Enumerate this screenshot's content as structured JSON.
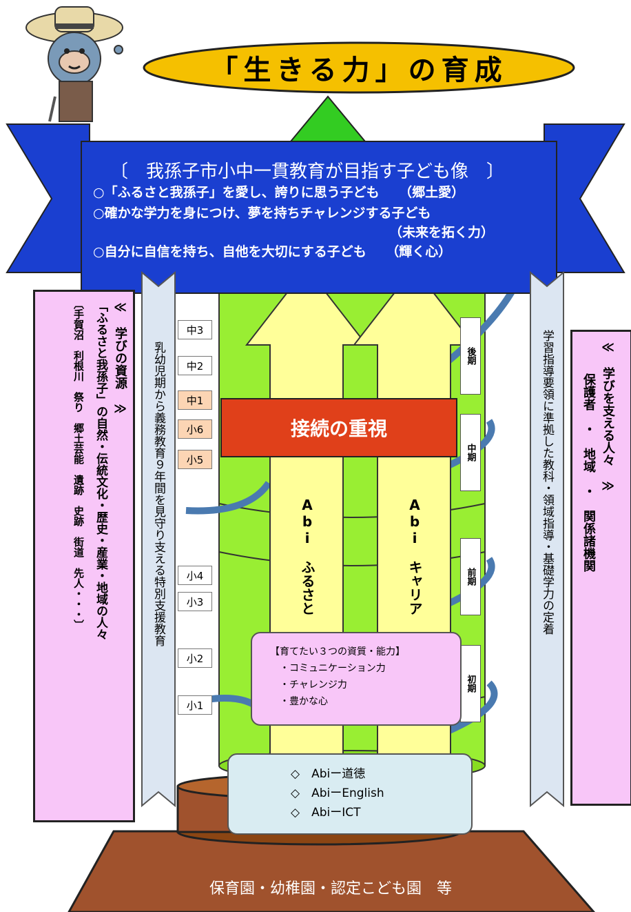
{
  "title": "「生きる力」の育成",
  "goals": {
    "heading": "〔　我孫子市小中一貫教育が目指す子ども像　〕",
    "items": [
      "○「ふるさと我孫子」を愛し、誇りに思う子ども　　（郷土愛）",
      "○確かな学力を身につけ、夢を持ちチャレンジする子ども",
      "（未来を拓く力）",
      "○自分に自信を持ち、自他を大切にする子ども　　（輝く心）"
    ]
  },
  "left_box": {
    "heading": "≪　学びの資源　≫",
    "line1": "「ふるさと我孫子」の自然・伝統文化・歴史・産業・地域の人々",
    "line2": "〔手賀沼　利根川　祭り　郷土芸能　遺跡　史跡　街道　先人・・・〕"
  },
  "right_box": {
    "heading": "≪　学びを支える人々　≫",
    "line1": "保護者　・　地域　・　関係諸機関"
  },
  "left_ribbon": "乳幼児期から義務教育９年間を見守り支える特別支援教育",
  "right_ribbon": "学習指導要領に準拠した教科・領域指導・基礎学力の定着",
  "grades": [
    "中3",
    "中2",
    "中1",
    "小6",
    "小5",
    "小4",
    "小3",
    "小2",
    "小1"
  ],
  "periods": [
    "後期",
    "中期",
    "前期",
    "初期"
  ],
  "connection": "接続の重視",
  "arrows": [
    "Abi　ふるさと",
    "Abi　キャリア"
  ],
  "abilities": {
    "heading": "【育てたい３つの資質・能力】",
    "items": [
      "・コミュニケーション力",
      "・チャレンジ力",
      "・豊かな心"
    ]
  },
  "base_items": [
    "◇　Abiー道徳",
    "◇　AbiーEnglish",
    "◇　AbiーICT"
  ],
  "foundation": "保育園・幼稚園・認定こども園　等",
  "colors": {
    "ellipse": "#f5c000",
    "banner": "#1a3fd0",
    "pillar": "#99ee33",
    "arrow": "#ffff99",
    "connection_box": "#e0401a",
    "pink": "#f8c6f8",
    "ribbon": "#dce6f2",
    "base": "#a0522d",
    "base_items_box": "#d9ecf2"
  }
}
